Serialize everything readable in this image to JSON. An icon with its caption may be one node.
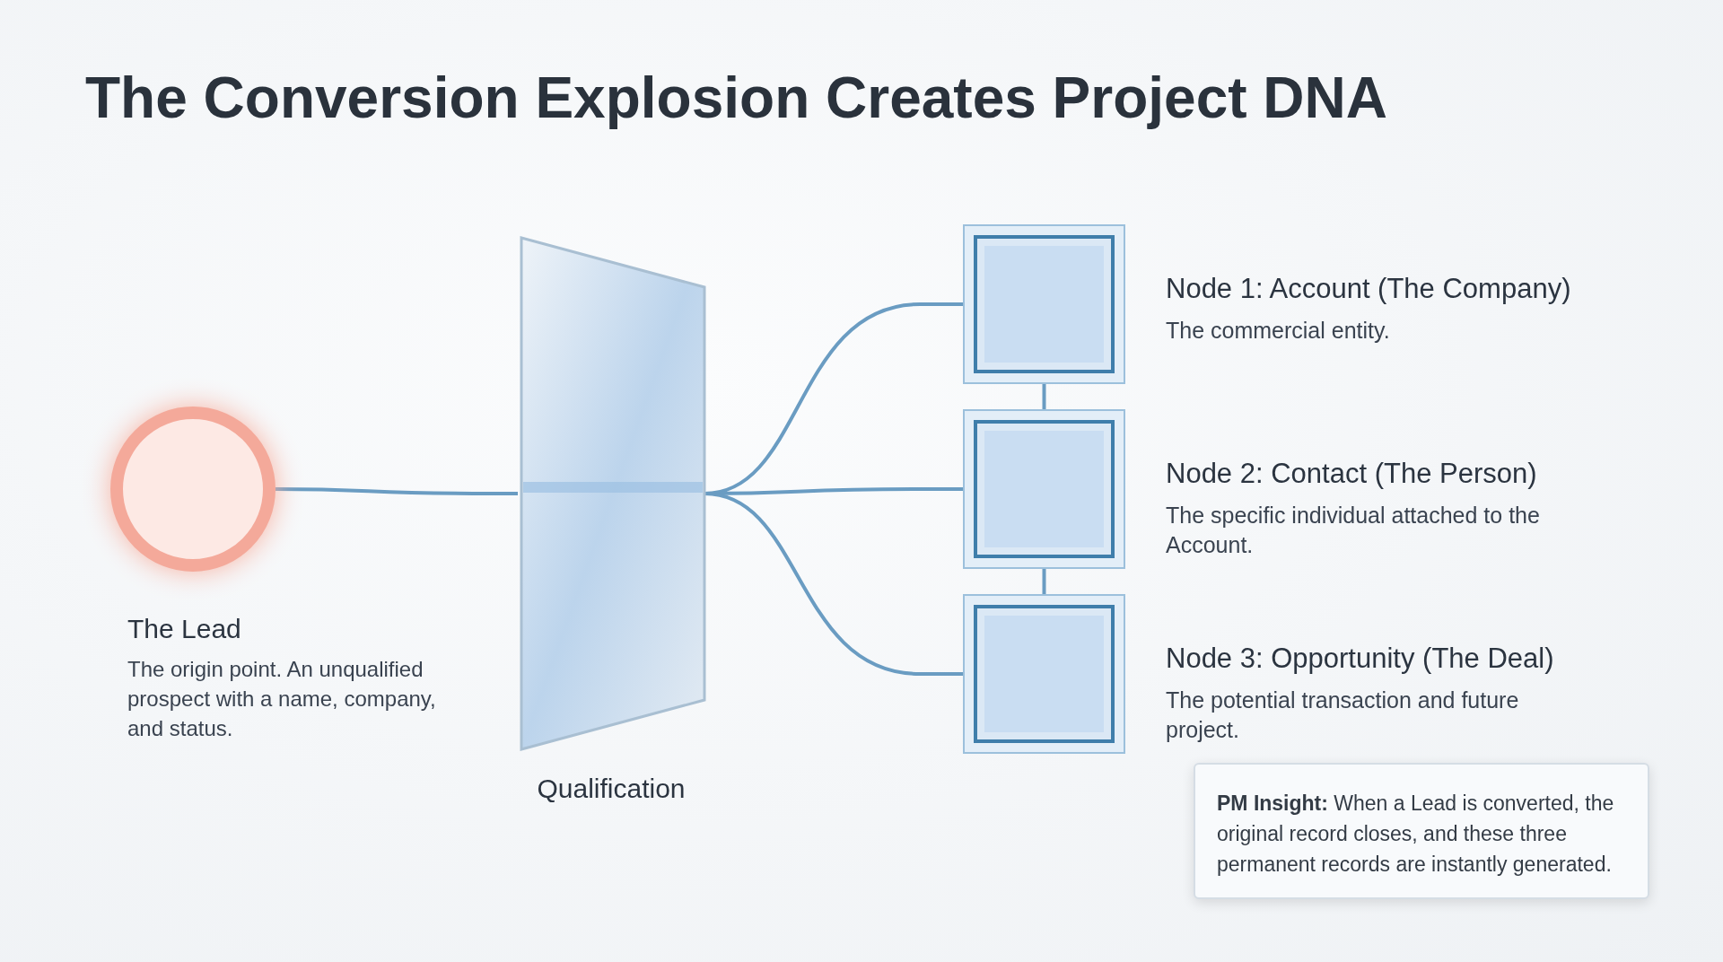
{
  "diagram": {
    "title": "The Conversion Explosion Creates Project DNA",
    "nodes": [
      {
        "text": [
          "The Lead",
          "The origin point. An unqualified prospect with a name, company, and status."
        ]
      },
      {
        "text": [
          "Qualification"
        ]
      },
      {
        "text": [
          "Node 1: Account (The Company)",
          "The commercial entity."
        ]
      },
      {
        "text": [
          "Node 2: Contact (The Person)",
          "The specific individual attached to the Account."
        ]
      },
      {
        "text": [
          "Node 3: Opportunity (The Deal)",
          "The potential transaction and future project."
        ]
      },
      {
        "text": [
          "**PM Insight:** When a Lead is converted, the original record closes, and these three permanent records are instantly generated."
        ]
      }
    ],
    "edges": [
      {
        "from": 0,
        "to": 1,
        "arrow": "none"
      },
      {
        "from": 1,
        "to": 2,
        "arrow": "none"
      },
      {
        "from": 1,
        "to": 3,
        "arrow": "none"
      },
      {
        "from": 1,
        "to": 4,
        "arrow": "none"
      },
      {
        "from": 2,
        "to": 3,
        "arrow": "none"
      },
      {
        "from": 3,
        "to": 4,
        "arrow": "none"
      }
    ]
  }
}
